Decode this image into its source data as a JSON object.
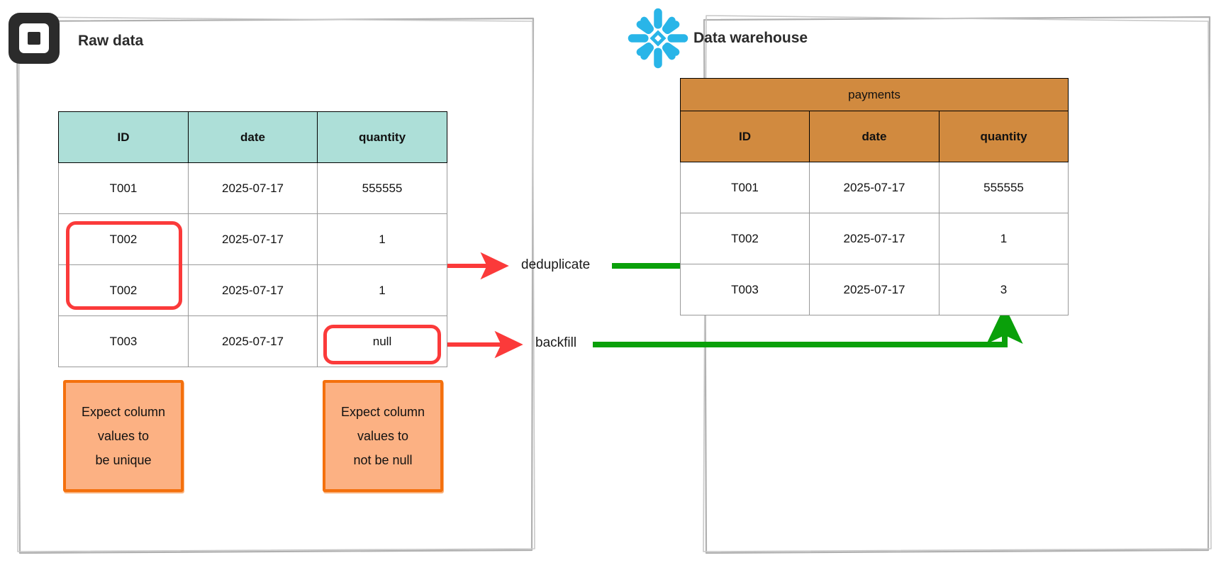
{
  "panels": {
    "raw": {
      "title": "Raw data",
      "logo": "square-logo"
    },
    "warehouse": {
      "title": "Data warehouse",
      "logo": "snowflake-logo"
    }
  },
  "raw_table": {
    "columns": [
      "ID",
      "date",
      "quantity"
    ],
    "rows": [
      [
        "T001",
        "2025-07-17",
        "555555"
      ],
      [
        "T002",
        "2025-07-17",
        "1"
      ],
      [
        "T002",
        "2025-07-17",
        "1"
      ],
      [
        "T003",
        "2025-07-17",
        "null"
      ]
    ]
  },
  "warehouse_table": {
    "caption": "payments",
    "columns": [
      "ID",
      "date",
      "quantity"
    ],
    "rows": [
      [
        "T001",
        "2025-07-17",
        "555555"
      ],
      [
        "T002",
        "2025-07-17",
        "1"
      ],
      [
        "T003",
        "2025-07-17",
        "3"
      ]
    ]
  },
  "sticky_notes": [
    {
      "name": "unique-expectation",
      "line1": "Expect column",
      "line2": "values to",
      "line3": "be unique"
    },
    {
      "name": "not-null-expectation",
      "line1": "Expect column",
      "line2": "values to",
      "line3": "not be null"
    }
  ],
  "edges": {
    "deduplicate_label": "deduplicate",
    "backfill_label": "backfill"
  },
  "colors": {
    "raw_header": "#addfd8",
    "warehouse_header": "#d18a3f",
    "sticky_fill": "#fcb183",
    "sticky_border": "#f4700d",
    "highlight_red": "#fb3a3a",
    "arrow_green": "#0aa00a",
    "snowflake_blue": "#29b5e8",
    "square_dark": "#2b2b2b",
    "panel_border": "#aaaaaa"
  }
}
